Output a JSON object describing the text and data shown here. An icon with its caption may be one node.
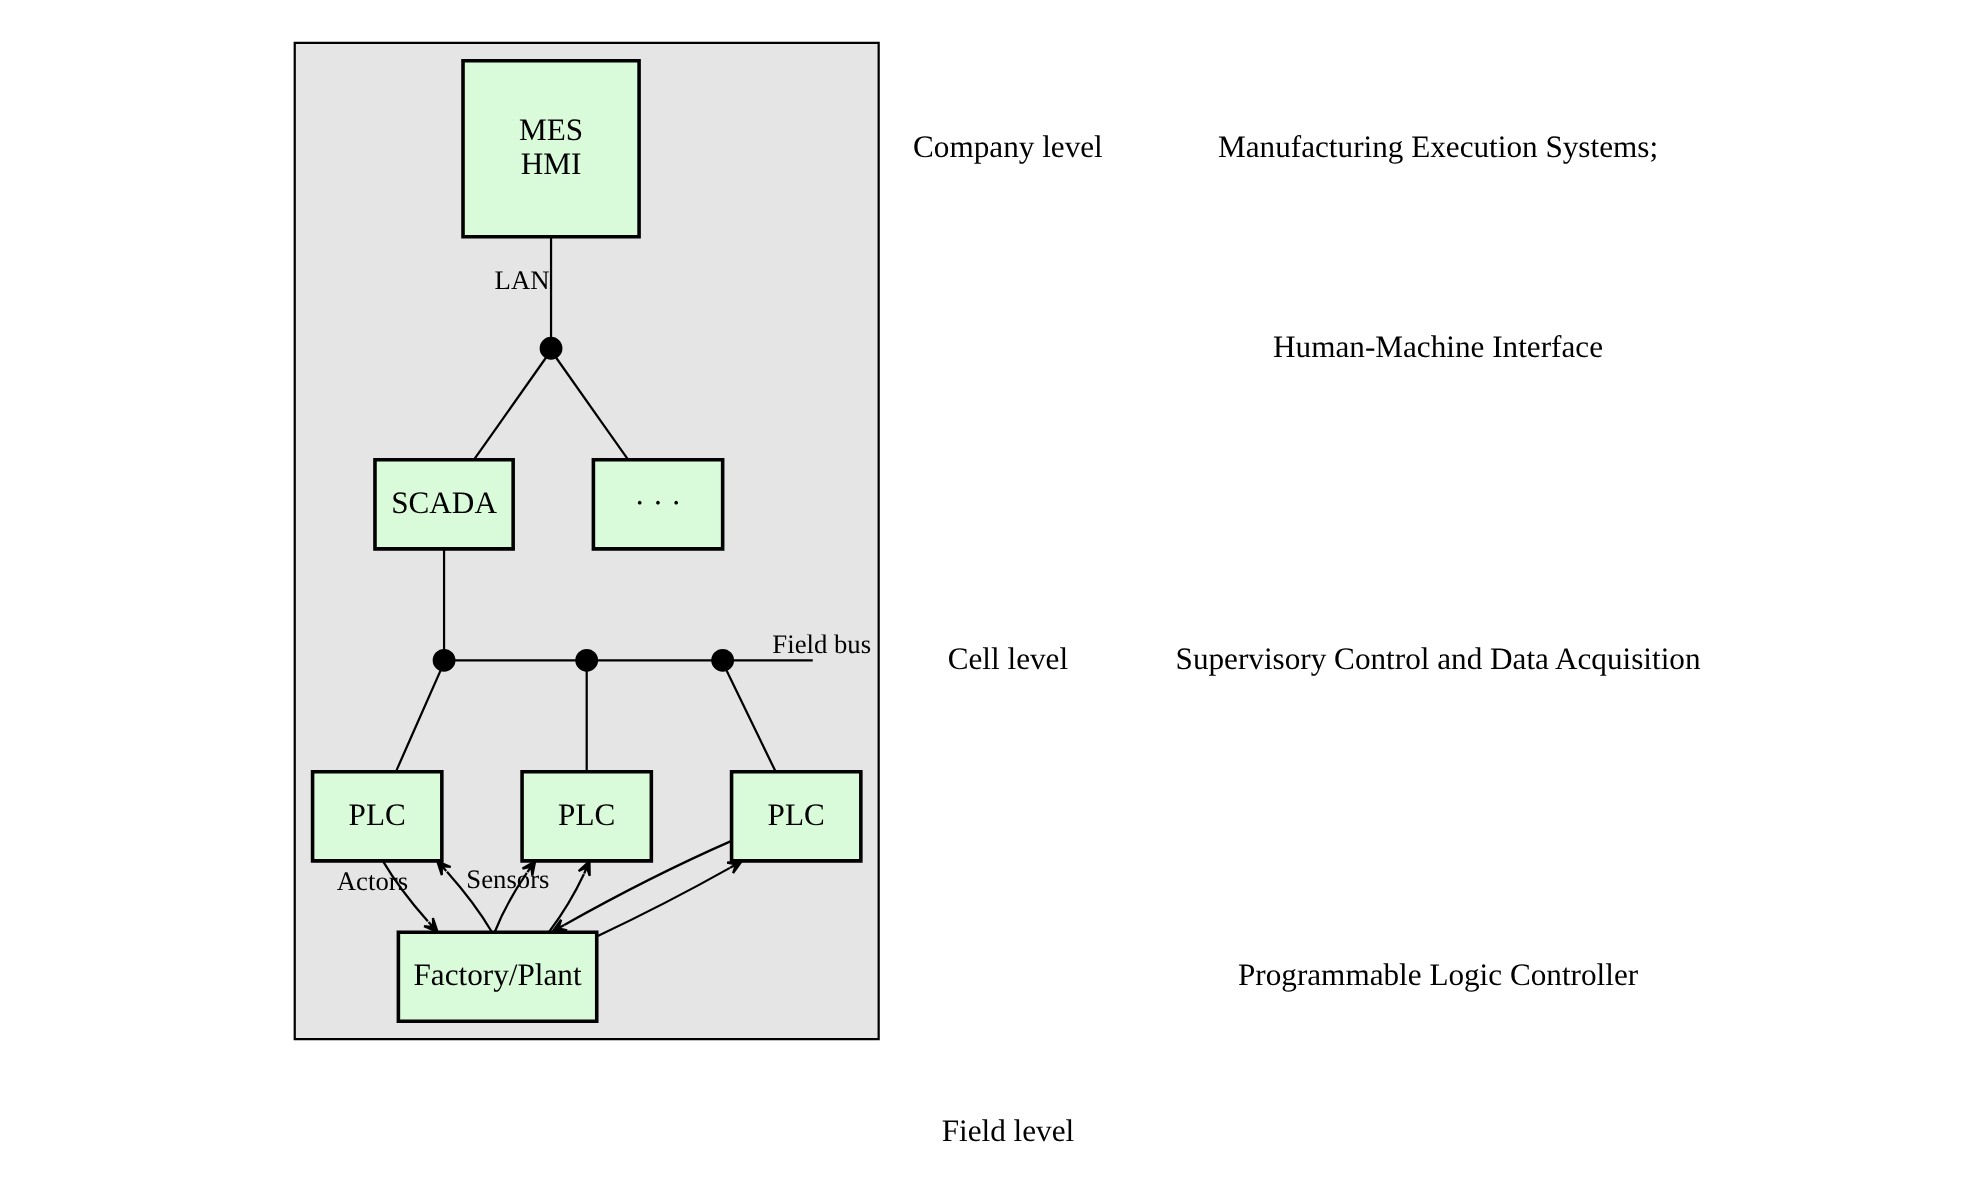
{
  "diagram": {
    "nodes": [
      {
        "text": [],
        "shape": "triangle"
      },
      {
        "text": [
          "MES",
          "HMI"
        ],
        "in": 0
      },
      {
        "text": [],
        "shape": "circle",
        "in": 0
      },
      {
        "text": [
          "SCADA"
        ],
        "in": 0
      },
      {
        "text": [
          "· · ·"
        ],
        "in": 0
      },
      {
        "text": [],
        "shape": "circle",
        "in": 0
      },
      {
        "text": [],
        "shape": "circle",
        "in": 0
      },
      {
        "text": [],
        "shape": "circle",
        "in": 0
      },
      {
        "text": [
          "PLC"
        ],
        "in": 0
      },
      {
        "text": [
          "PLC"
        ],
        "in": 0
      },
      {
        "text": [
          "PLC"
        ],
        "in": 0
      },
      {
        "text": [
          "Factory/Plant"
        ],
        "in": 0
      }
    ],
    "edges": [
      {
        "from": 1,
        "to": 2,
        "arrow": "none",
        "label": "LAN"
      },
      {
        "from": 2,
        "to": 3,
        "arrow": "none"
      },
      {
        "from": 2,
        "to": 4,
        "arrow": "none"
      },
      {
        "from": 3,
        "to": 5,
        "arrow": "none"
      },
      {
        "from": 5,
        "to": 6,
        "arrow": "none"
      },
      {
        "from": 6,
        "to": 7,
        "arrow": "none"
      },
      {
        "from": 7,
        "to": null,
        "arrow": "none",
        "label": "Field bus"
      },
      {
        "from": 5,
        "to": 8,
        "arrow": "none"
      },
      {
        "from": 6,
        "to": 9,
        "arrow": "none"
      },
      {
        "from": 7,
        "to": 10,
        "arrow": "none"
      },
      {
        "from": 8,
        "to": 11,
        "arrow": "to",
        "label": "Actors"
      },
      {
        "from": 11,
        "to": 8,
        "arrow": "to",
        "label": "Sensors"
      },
      {
        "from": 11,
        "to": 9,
        "arrow": "to"
      },
      {
        "from": 11,
        "to": 9,
        "arrow": "to"
      },
      {
        "from": 10,
        "to": 11,
        "arrow": "to"
      },
      {
        "from": 11,
        "to": 10,
        "arrow": "to"
      }
    ],
    "labels": [
      "Company level",
      "Cell level",
      "Field level",
      "Manufacturing Execution Systems;",
      "Human-Machine Interface",
      "Supervisory Control and Data Acquisition",
      "Programmable Logic Controller"
    ]
  }
}
